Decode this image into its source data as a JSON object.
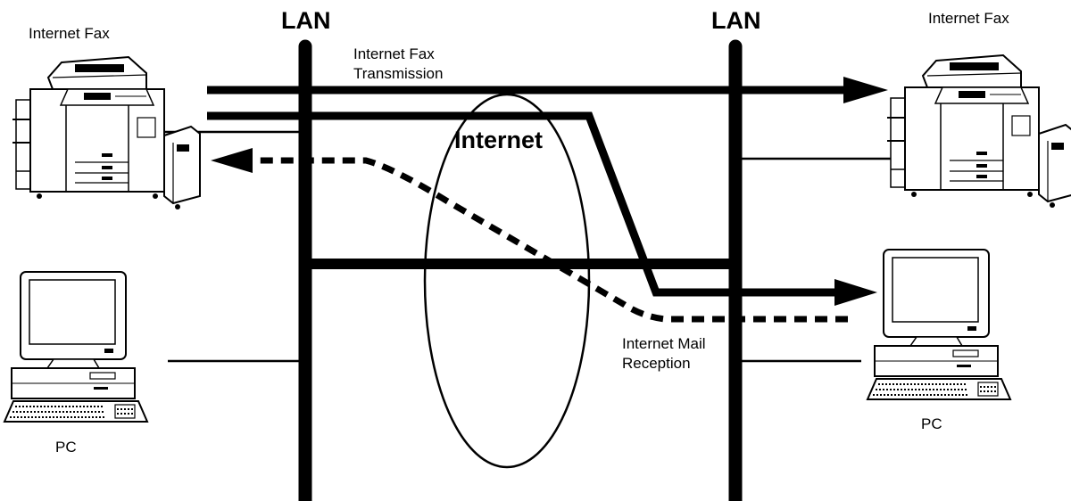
{
  "labels": {
    "lan_left": "LAN",
    "lan_right": "LAN",
    "fax_left": "Internet Fax",
    "fax_right": "Internet Fax",
    "transmission_line1": "Internet Fax",
    "transmission_line2": "Transmission",
    "internet": "Internet",
    "mail_line1": "Internet Mail",
    "mail_line2": "Reception",
    "pc_left": "PC",
    "pc_right": "PC"
  },
  "colors": {
    "ink": "#000000",
    "background": "#ffffff"
  },
  "icons": {
    "fax_machine": "fax-machine-icon",
    "computer": "desktop-pc-icon"
  }
}
